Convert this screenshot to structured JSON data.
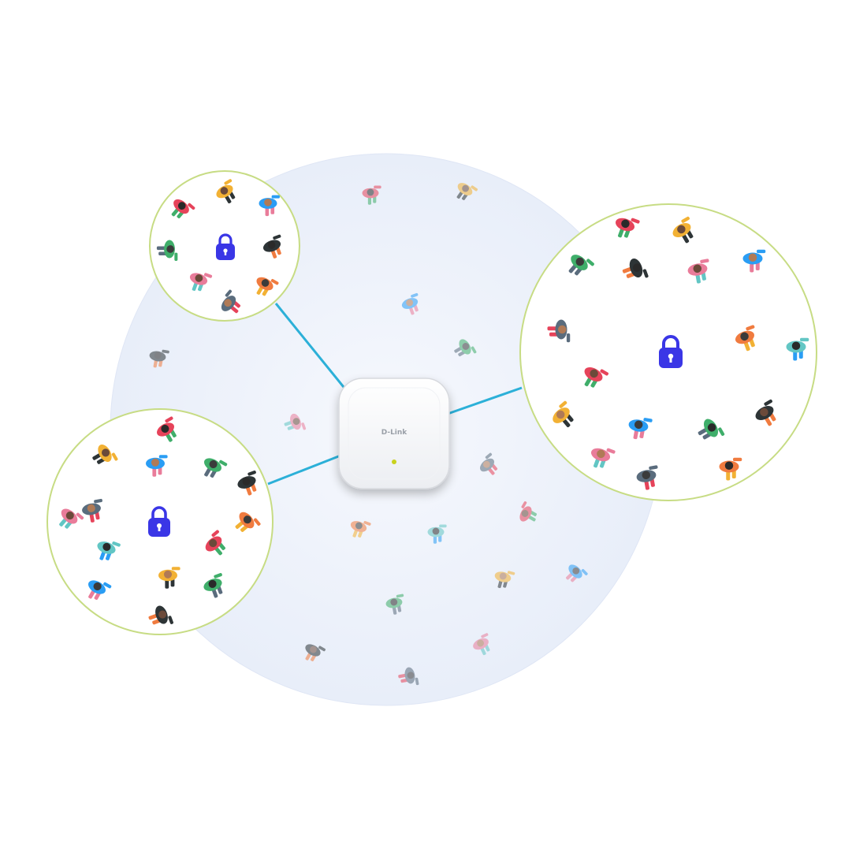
{
  "device": {
    "brand": "D-Link",
    "led_color": "#c9d21c"
  },
  "colors": {
    "coverage_fill": "#edf2fb",
    "bubble_border": "#c7dc84",
    "link_line": "#2cb0d8",
    "lock": "#3a36e6",
    "device_body": "#ffffff",
    "device_edge": "#d7d9de"
  },
  "diagram": {
    "groups": [
      {
        "id": "top-left",
        "secured": true
      },
      {
        "id": "right",
        "secured": true
      },
      {
        "id": "bottom-left",
        "secured": true
      }
    ],
    "icons": {
      "group": "padlock-icon",
      "client": "person-topdown-icon"
    }
  }
}
